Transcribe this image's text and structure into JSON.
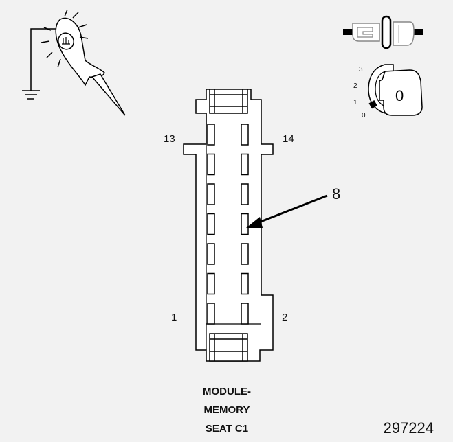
{
  "connector": {
    "pin_labels": {
      "top_left": "13",
      "top_right": "14",
      "bottom_left": "1",
      "bottom_right": "2"
    },
    "callout_pin": "8",
    "pin_rows": 7
  },
  "ignition_key": {
    "positions": [
      "3",
      "2",
      "1",
      "0"
    ],
    "key_glyph": "0"
  },
  "icons": {
    "probe": "test-light-probe-icon",
    "ground": "ground-symbol-icon",
    "fuse": "fuse-icon",
    "ignition": "ignition-switch-icon"
  },
  "caption": {
    "line1": "MODULE-",
    "line2": "MEMORY",
    "line3": "SEAT C1"
  },
  "figure_number": "297224"
}
